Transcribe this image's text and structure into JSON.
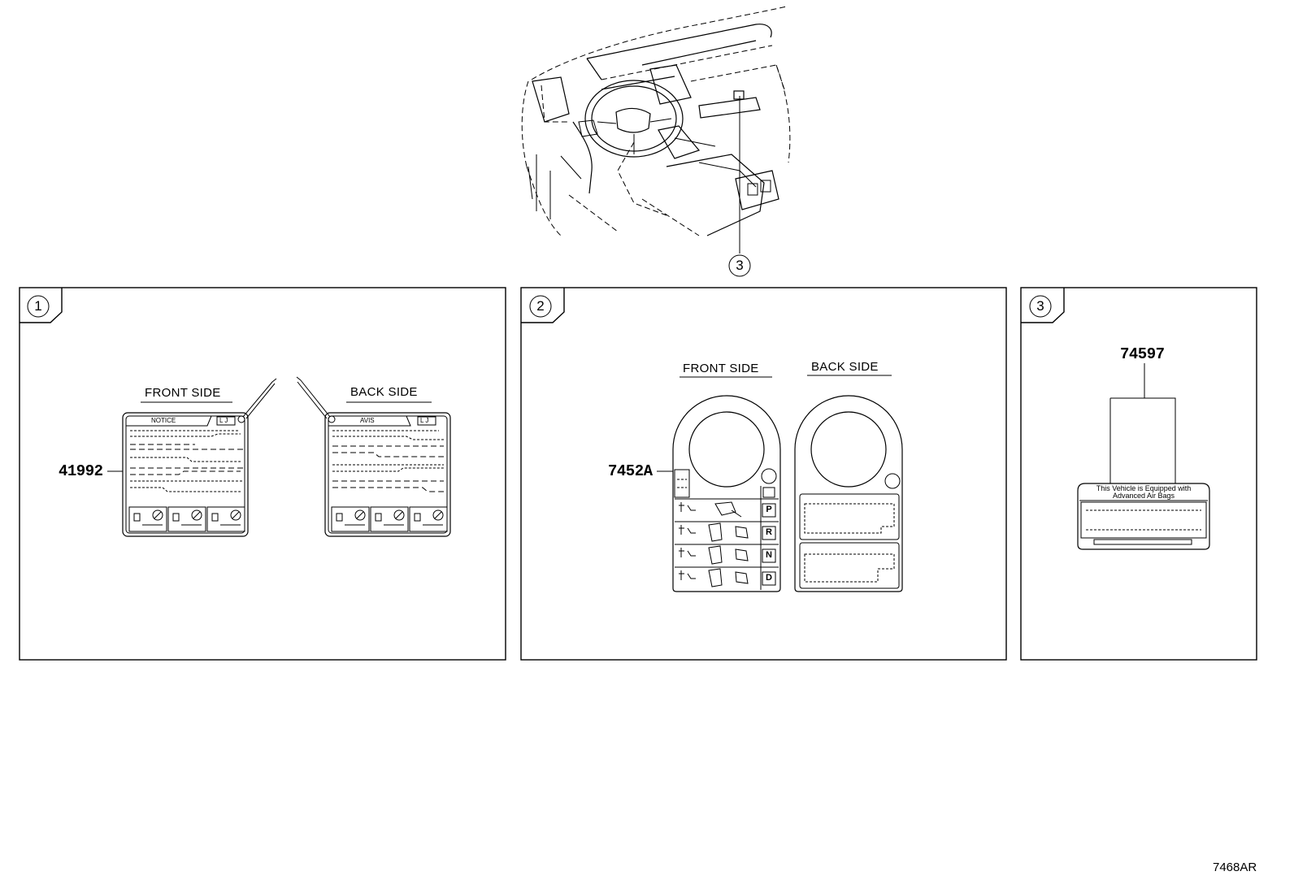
{
  "overview": {
    "callout": "3"
  },
  "panels": [
    {
      "number": "1",
      "front_heading": "FRONT SIDE",
      "back_heading": "BACK SIDE",
      "part_number": "41992",
      "front_tab": "NOTICE",
      "back_tab": "AVIS",
      "badge": "L J"
    },
    {
      "number": "2",
      "front_heading": "FRONT SIDE",
      "back_heading": "BACK SIDE",
      "part_number": "7452A",
      "gears": [
        "P",
        "R",
        "N",
        "D"
      ]
    },
    {
      "number": "3",
      "part_number": "74597",
      "label_line1": "This Vehicle is Equipped with",
      "label_line2": "Advanced Air Bags"
    }
  ],
  "figure_code": "7468AR",
  "icons": [
    "manual-icon",
    "warning-prohibition-icon",
    "tow-hook-icon"
  ]
}
